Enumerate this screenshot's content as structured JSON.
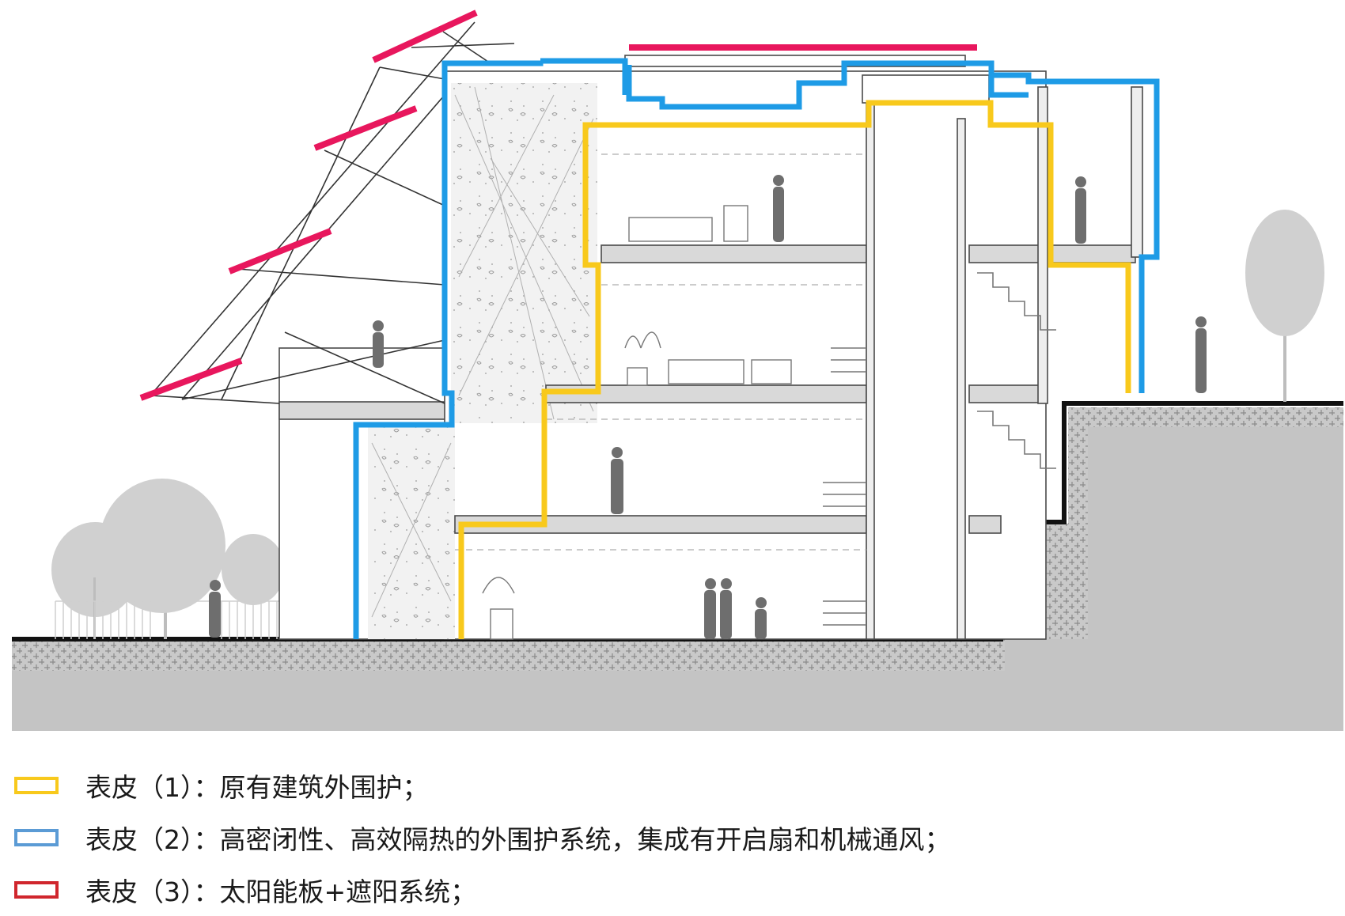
{
  "diagram": {
    "colors": {
      "skin1": "#f8c91c",
      "skin2": "#1e9be6",
      "skin3": "#e8175d",
      "ground": "#c4c4c4",
      "structure": "#4a4a4a",
      "person": "#6e6e6e",
      "tree": "#cfcfcf"
    }
  },
  "legend": {
    "items": [
      {
        "label": "表皮（1）：",
        "desc": "原有建筑外围护；",
        "swatch_color": "#f8c91c"
      },
      {
        "label": "表皮（2）：",
        "desc": "高密闭性、高效隔热的外围护系统，集成有开启扇和机械通风；",
        "swatch_color": "#5b9bd5"
      },
      {
        "label": "表皮（3）：",
        "desc": "太阳能板+遮阳系统；",
        "swatch_color": "#d0262d"
      }
    ]
  }
}
